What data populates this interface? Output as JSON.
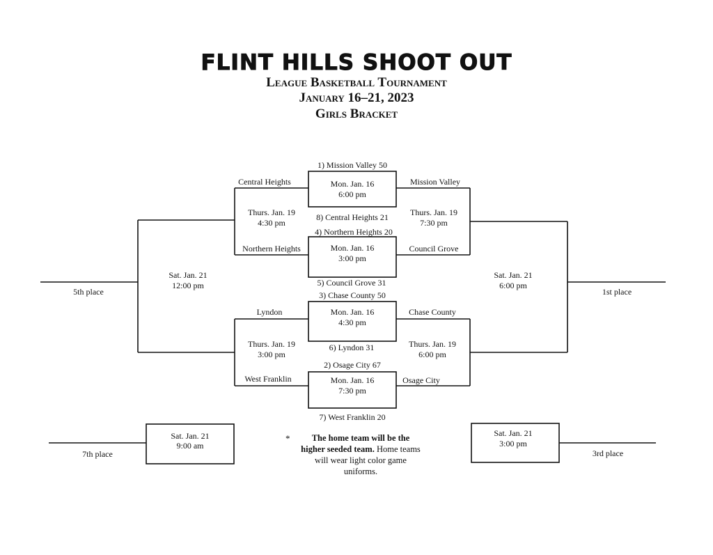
{
  "header": {
    "title": "FLINT HILLS SHOOT OUT",
    "subtitle1": "League Basketball Tournament",
    "subtitle2": "January 16–21, 2023",
    "subtitle3": "Girls Bracket"
  },
  "round1": {
    "g1": {
      "top_team": "1) Mission Valley  50",
      "date": "Mon. Jan. 16",
      "time": "6:00 pm",
      "bottom_team": "8) Central Heights  21"
    },
    "g2": {
      "top_team": "4) Northern Heights  20",
      "date": "Mon. Jan. 16",
      "time": "3:00 pm",
      "bottom_team": "5) Council Grove  31"
    },
    "g3": {
      "top_team": "3) Chase County  50",
      "date": "Mon. Jan. 16",
      "time": "4:30 pm",
      "bottom_team": "6) Lyndon  31"
    },
    "g4": {
      "top_team": "2) Osage City  67",
      "date": "Mon. Jan. 16",
      "time": "7:30 pm",
      "bottom_team": "7) West Franklin  20"
    }
  },
  "left_semis": {
    "top": {
      "team_a": "Central Heights",
      "team_b": "Northern Heights",
      "date": "Thurs. Jan. 19",
      "time": "4:30 pm"
    },
    "bottom": {
      "team_a": "Lyndon",
      "team_b": "West Franklin",
      "date": "Thurs. Jan. 19",
      "time": "3:00 pm"
    }
  },
  "right_semis": {
    "top": {
      "team_a": "Mission Valley",
      "team_b": "Council Grove",
      "date": "Thurs. Jan. 19",
      "time": "7:30 pm"
    },
    "bottom": {
      "team_a": "Chase County",
      "team_b": "Osage City",
      "date": "Thurs. Jan. 19",
      "time": "6:00 pm"
    }
  },
  "finals": {
    "fifth": {
      "date": "Sat. Jan. 21",
      "time": "12:00 pm",
      "label": "5th place"
    },
    "first": {
      "date": "Sat. Jan. 21",
      "time": "6:00 pm",
      "label": "1st place"
    },
    "seventh": {
      "date": "Sat. Jan. 21",
      "time": "9:00 am",
      "label": "7th place"
    },
    "third": {
      "date": "Sat. Jan. 21",
      "time": "3:00 pm",
      "label": "3rd place"
    }
  },
  "note": {
    "star": "*",
    "bold": "The home team will be the higher seeded team.",
    "rest": " Home teams will wear light color game uniforms."
  }
}
